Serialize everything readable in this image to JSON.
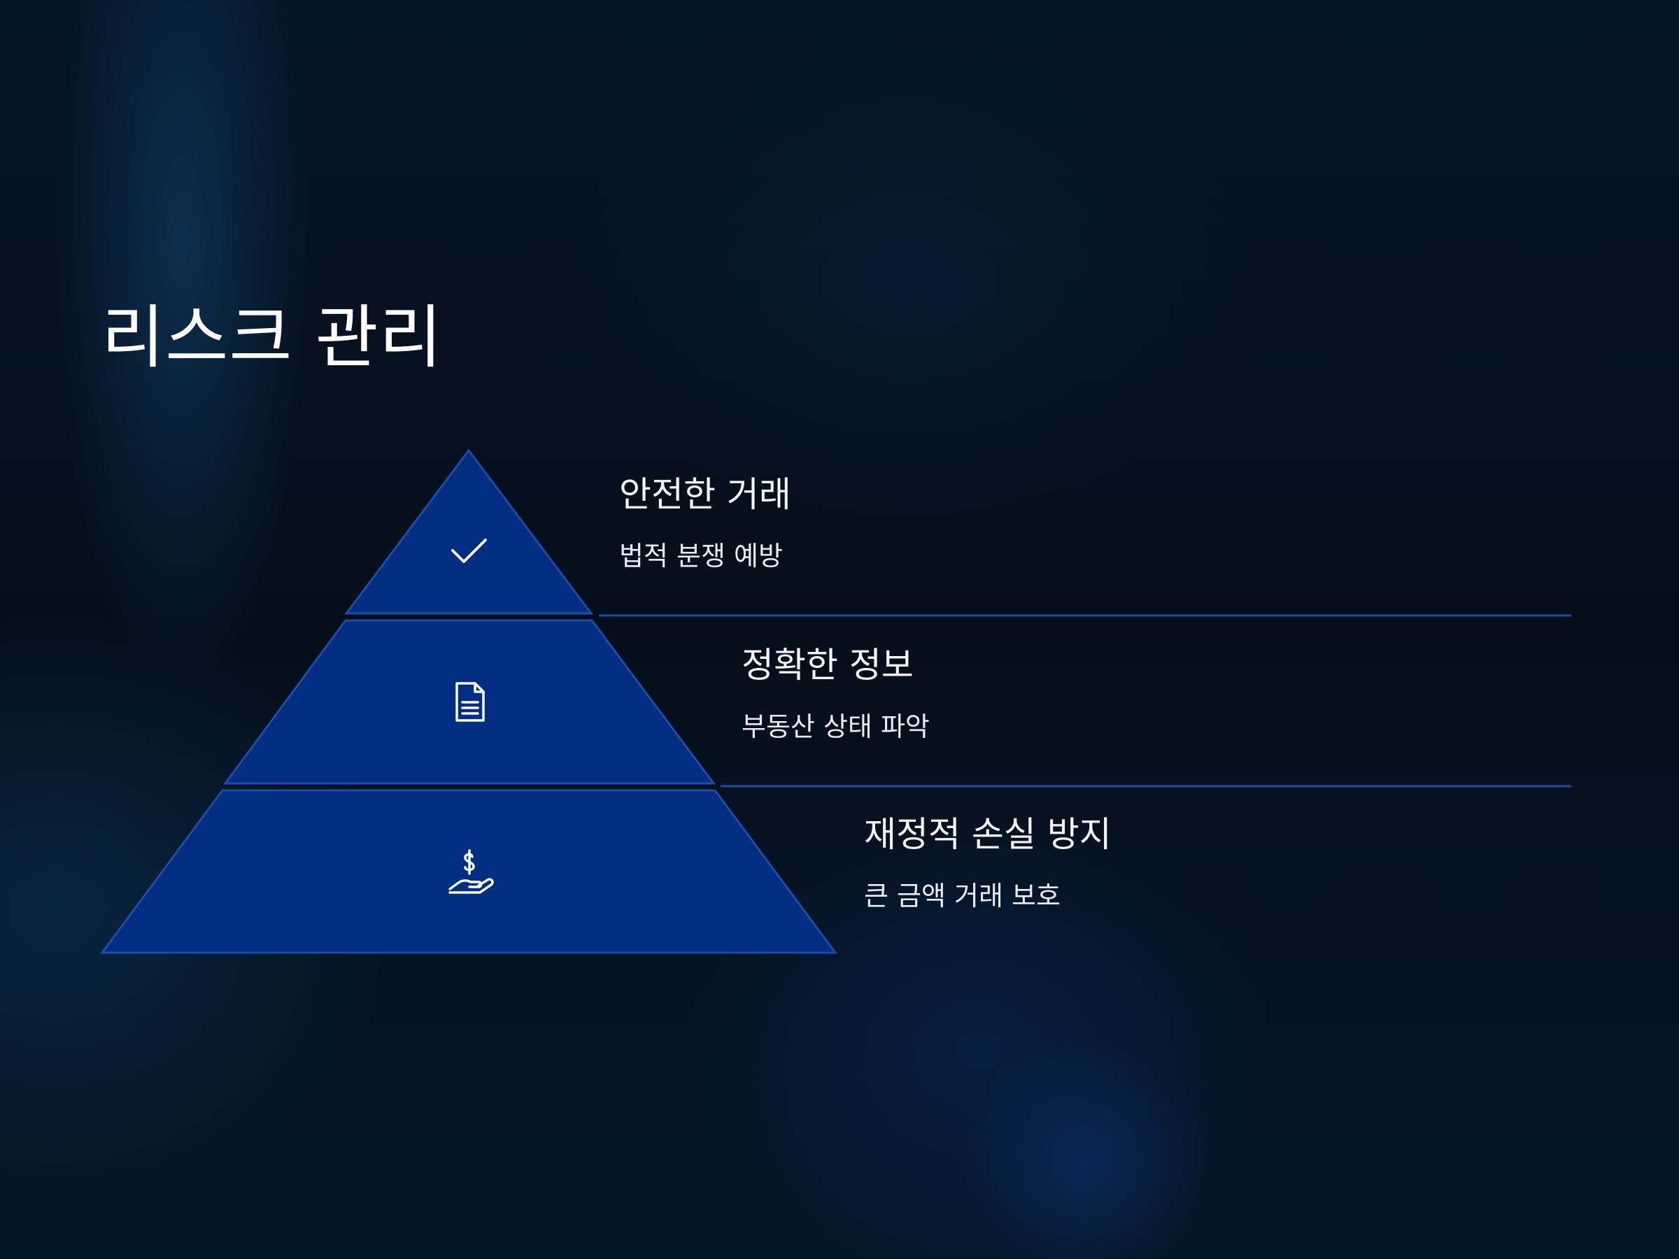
{
  "title": "리스크 관리",
  "colors": {
    "tier_fill": "#012e80",
    "tier_stroke": "#1c4ba8",
    "divider": "#1f4aa0",
    "text": "#ffffff"
  },
  "tiers": [
    {
      "title": "안전한 거래",
      "subtitle": "법적 분쟁 예방",
      "icon": "check-icon"
    },
    {
      "title": "정확한 정보",
      "subtitle": "부동산 상태 파악",
      "icon": "document-icon"
    },
    {
      "title": "재정적 손실 방지",
      "subtitle": "큰 금액 거래 보호",
      "icon": "hand-money-icon"
    }
  ]
}
